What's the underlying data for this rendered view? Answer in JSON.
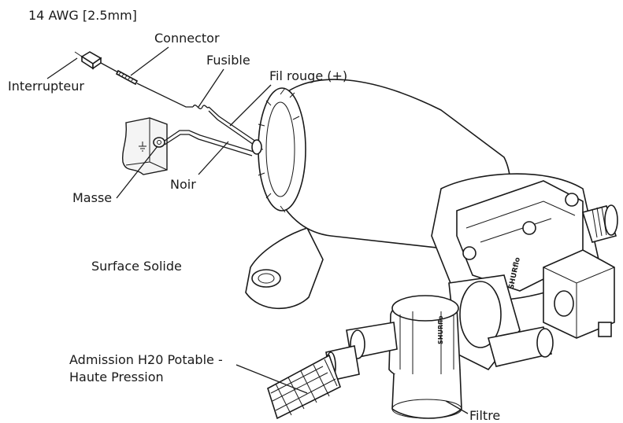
{
  "labels": {
    "wire_gauge": "14 AWG [2.5mm]",
    "connector": "Connector",
    "fuse": "Fusible",
    "red_wire": "Fil rouge (+)",
    "switch": "Interrupteur",
    "ground": "Masse",
    "black_wire": "Noir",
    "surface": "Surface Solide",
    "inlet_line1": "Admission H20 Potable -",
    "inlet_line2": "Haute Pression",
    "filter": "Filtre"
  },
  "brand_marks": [
    "SHURflo",
    "SHURflo"
  ],
  "colors": {
    "ink": "#1a1a1a",
    "background": "#ffffff"
  }
}
